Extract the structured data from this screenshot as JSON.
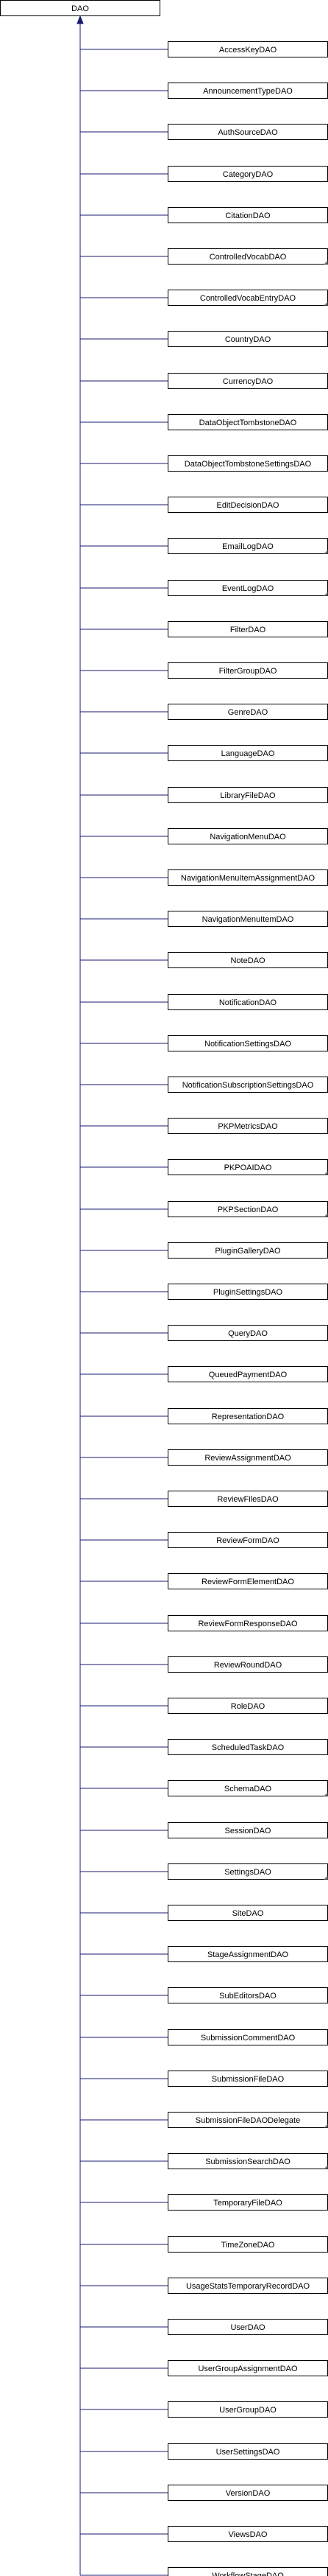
{
  "diagram": {
    "root": {
      "label": "DAO"
    },
    "children": [
      {
        "label": "AccessKeyDAO",
        "marker": false
      },
      {
        "label": "AnnouncementTypeDAO",
        "marker": false
      },
      {
        "label": "AuthSourceDAO",
        "marker": false
      },
      {
        "label": "CategoryDAO",
        "marker": false
      },
      {
        "label": "CitationDAO",
        "marker": false
      },
      {
        "label": "ControlledVocabDAO",
        "marker": true
      },
      {
        "label": "ControlledVocabEntryDAO",
        "marker": true
      },
      {
        "label": "CountryDAO",
        "marker": false
      },
      {
        "label": "CurrencyDAO",
        "marker": false
      },
      {
        "label": "DataObjectTombstoneDAO",
        "marker": false
      },
      {
        "label": "DataObjectTombstoneSettingsDAO",
        "marker": false
      },
      {
        "label": "EditDecisionDAO",
        "marker": false
      },
      {
        "label": "EmailLogDAO",
        "marker": true
      },
      {
        "label": "EventLogDAO",
        "marker": true
      },
      {
        "label": "FilterDAO",
        "marker": false
      },
      {
        "label": "FilterGroupDAO",
        "marker": false
      },
      {
        "label": "GenreDAO",
        "marker": false
      },
      {
        "label": "LanguageDAO",
        "marker": false
      },
      {
        "label": "LibraryFileDAO",
        "marker": false
      },
      {
        "label": "NavigationMenuDAO",
        "marker": false
      },
      {
        "label": "NavigationMenuItemAssignmentDAO",
        "marker": false
      },
      {
        "label": "NavigationMenuItemDAO",
        "marker": false
      },
      {
        "label": "NoteDAO",
        "marker": false
      },
      {
        "label": "NotificationDAO",
        "marker": false
      },
      {
        "label": "NotificationSettingsDAO",
        "marker": false
      },
      {
        "label": "NotificationSubscriptionSettingsDAO",
        "marker": false
      },
      {
        "label": "PKPMetricsDAO",
        "marker": false
      },
      {
        "label": "PKPOAIDAO",
        "marker": true
      },
      {
        "label": "PKPSectionDAO",
        "marker": true
      },
      {
        "label": "PluginGalleryDAO",
        "marker": false
      },
      {
        "label": "PluginSettingsDAO",
        "marker": false
      },
      {
        "label": "QueryDAO",
        "marker": false
      },
      {
        "label": "QueuedPaymentDAO",
        "marker": false
      },
      {
        "label": "RepresentationDAO",
        "marker": false
      },
      {
        "label": "ReviewAssignmentDAO",
        "marker": false
      },
      {
        "label": "ReviewFilesDAO",
        "marker": false
      },
      {
        "label": "ReviewFormDAO",
        "marker": false
      },
      {
        "label": "ReviewFormElementDAO",
        "marker": false
      },
      {
        "label": "ReviewFormResponseDAO",
        "marker": false
      },
      {
        "label": "ReviewRoundDAO",
        "marker": false
      },
      {
        "label": "RoleDAO",
        "marker": false
      },
      {
        "label": "ScheduledTaskDAO",
        "marker": false
      },
      {
        "label": "SchemaDAO",
        "marker": true
      },
      {
        "label": "SessionDAO",
        "marker": false
      },
      {
        "label": "SettingsDAO",
        "marker": true
      },
      {
        "label": "SiteDAO",
        "marker": false
      },
      {
        "label": "StageAssignmentDAO",
        "marker": false
      },
      {
        "label": "SubEditorsDAO",
        "marker": false
      },
      {
        "label": "SubmissionCommentDAO",
        "marker": false
      },
      {
        "label": "SubmissionFileDAO",
        "marker": false
      },
      {
        "label": "SubmissionFileDAODelegate",
        "marker": true
      },
      {
        "label": "SubmissionSearchDAO",
        "marker": true
      },
      {
        "label": "TemporaryFileDAO",
        "marker": false
      },
      {
        "label": "TimeZoneDAO",
        "marker": false
      },
      {
        "label": "UsageStatsTemporaryRecordDAO",
        "marker": false
      },
      {
        "label": "UserDAO",
        "marker": false
      },
      {
        "label": "UserGroupAssignmentDAO",
        "marker": false
      },
      {
        "label": "UserGroupDAO",
        "marker": false
      },
      {
        "label": "UserSettingsDAO",
        "marker": false
      },
      {
        "label": "VersionDAO",
        "marker": false
      },
      {
        "label": "ViewsDAO",
        "marker": false
      },
      {
        "label": "WorkflowStageDAO",
        "marker": false
      }
    ],
    "colors": {
      "edge": "#191970",
      "box_border": "#000000",
      "box_fill": "#ffffff",
      "marker": "#777777"
    }
  }
}
